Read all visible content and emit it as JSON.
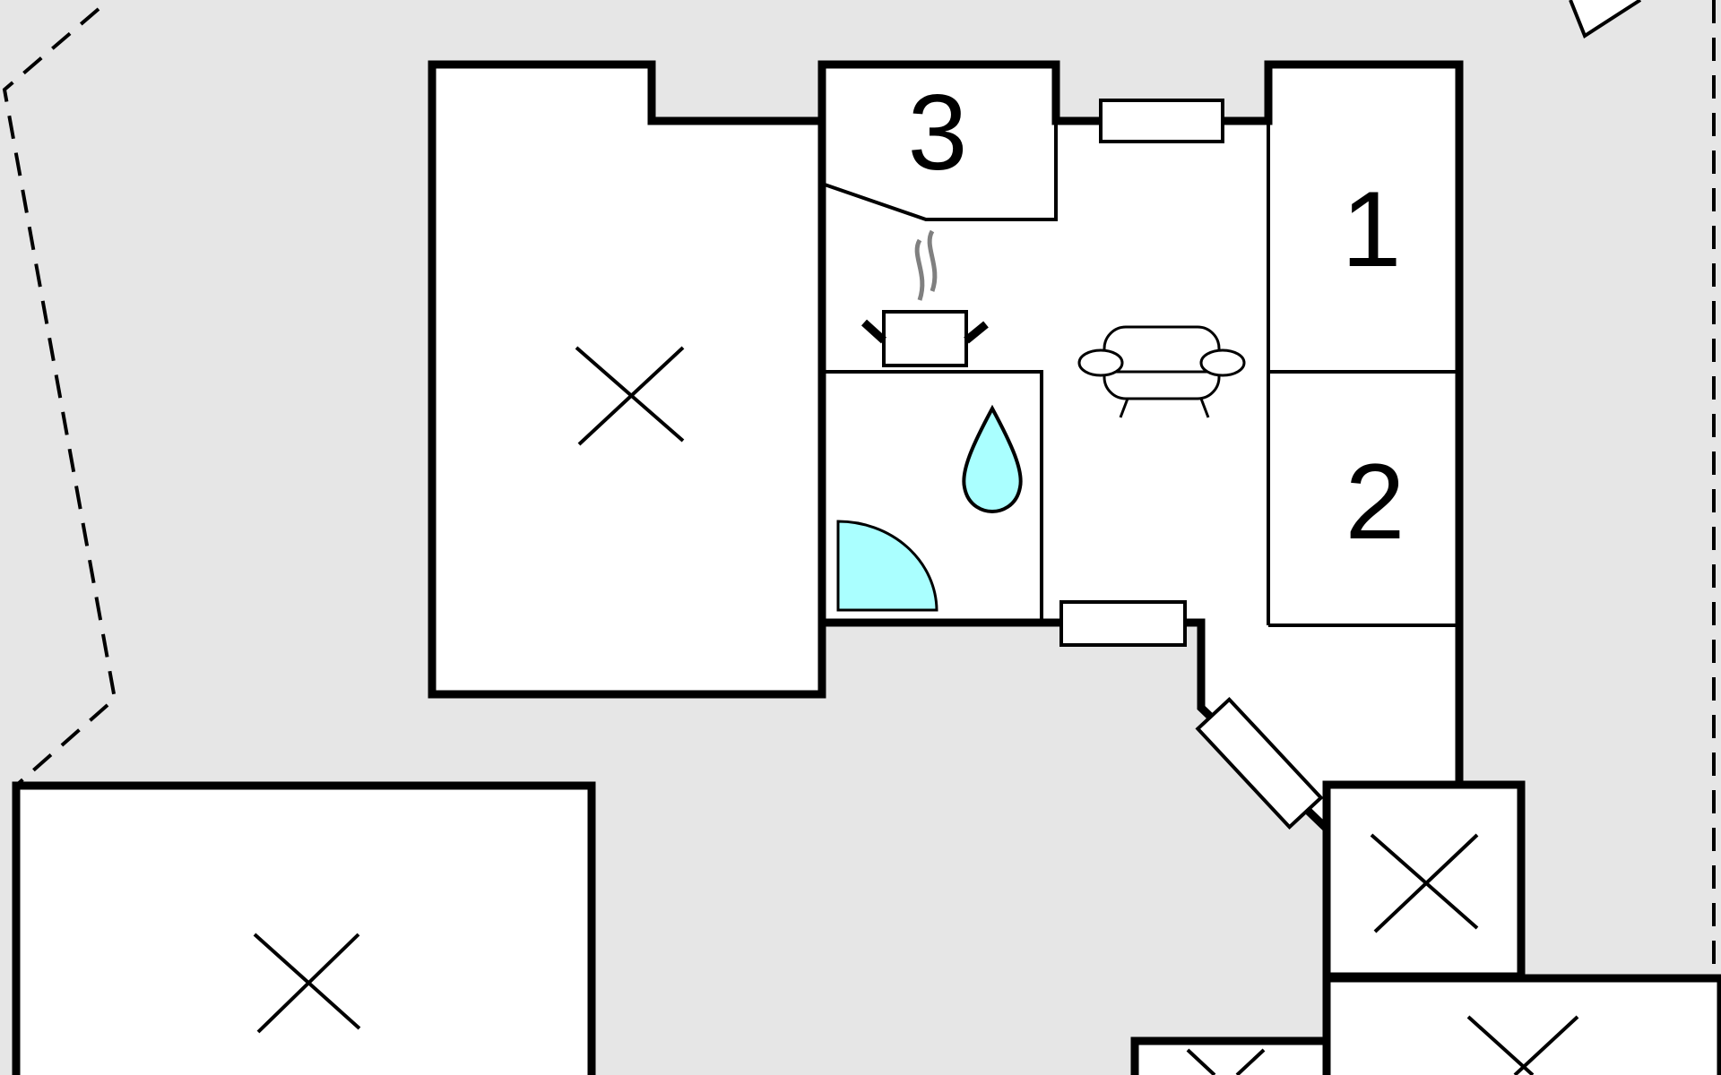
{
  "diagram": {
    "room_labels": {
      "room_1": "1",
      "room_2": "2",
      "room_3": "3"
    },
    "icons": {
      "kitchen": "steaming-pot-icon",
      "bathroom": "water-drop-icon",
      "shower": "shower-tray-icon",
      "living": "sofa-icon",
      "unavailable": "cross-mark-icon"
    },
    "colors": {
      "background": "#e6e6e6",
      "room_fill": "#ffffff",
      "wall": "#000000",
      "water": "#aaffff",
      "steam": "#808080"
    }
  }
}
